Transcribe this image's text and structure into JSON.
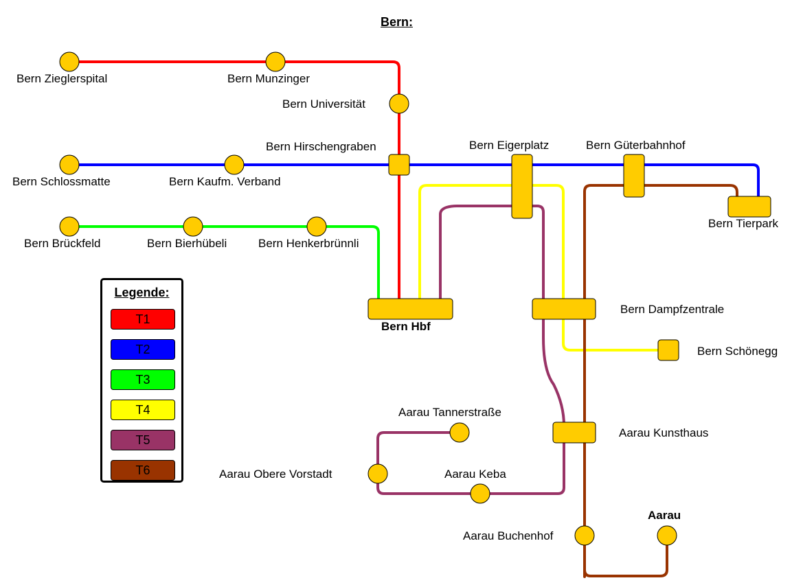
{
  "title": "Bern:",
  "legend": {
    "heading": "Legende:",
    "lines": [
      {
        "id": "T1",
        "label": "T1",
        "color": "#ff0000"
      },
      {
        "id": "T2",
        "label": "T2",
        "color": "#0000ff"
      },
      {
        "id": "T3",
        "label": "T3",
        "color": "#00ff00"
      },
      {
        "id": "T4",
        "label": "T4",
        "color": "#ffff00"
      },
      {
        "id": "T5",
        "label": "T5",
        "color": "#993366"
      },
      {
        "id": "T6",
        "label": "T6",
        "color": "#993300"
      }
    ]
  },
  "station_color": "#ffcc00",
  "stations": {
    "zieglerspital": "Bern Zieglerspital",
    "munzinger": "Bern Munzinger",
    "universitaet": "Bern Universität",
    "hirschengraben": "Bern Hirschengraben",
    "schlossmatte": "Bern Schlossmatte",
    "kaufm_verband": "Bern Kaufm. Verband",
    "eigerplatz": "Bern Eigerplatz",
    "gueterbahnhof": "Bern Güterbahnhof",
    "tierpark": "Bern Tierpark",
    "brueckfeld": "Bern Brückfeld",
    "bierhuebeli": "Bern Bierhübeli",
    "henkerbruennli": "Bern Henkerbrünnli",
    "hbf": "Bern Hbf",
    "dampfzentrale": "Bern Dampfzentrale",
    "schoenegg": "Bern Schönegg",
    "tannerstrasse": "Aarau Tannerstraße",
    "kunsthaus": "Aarau Kunsthaus",
    "obere_vorstadt": "Aarau Obere Vorstadt",
    "keba": "Aarau Keba",
    "aarau": "Aarau",
    "buchenhof": "Aarau Buchenhof"
  }
}
